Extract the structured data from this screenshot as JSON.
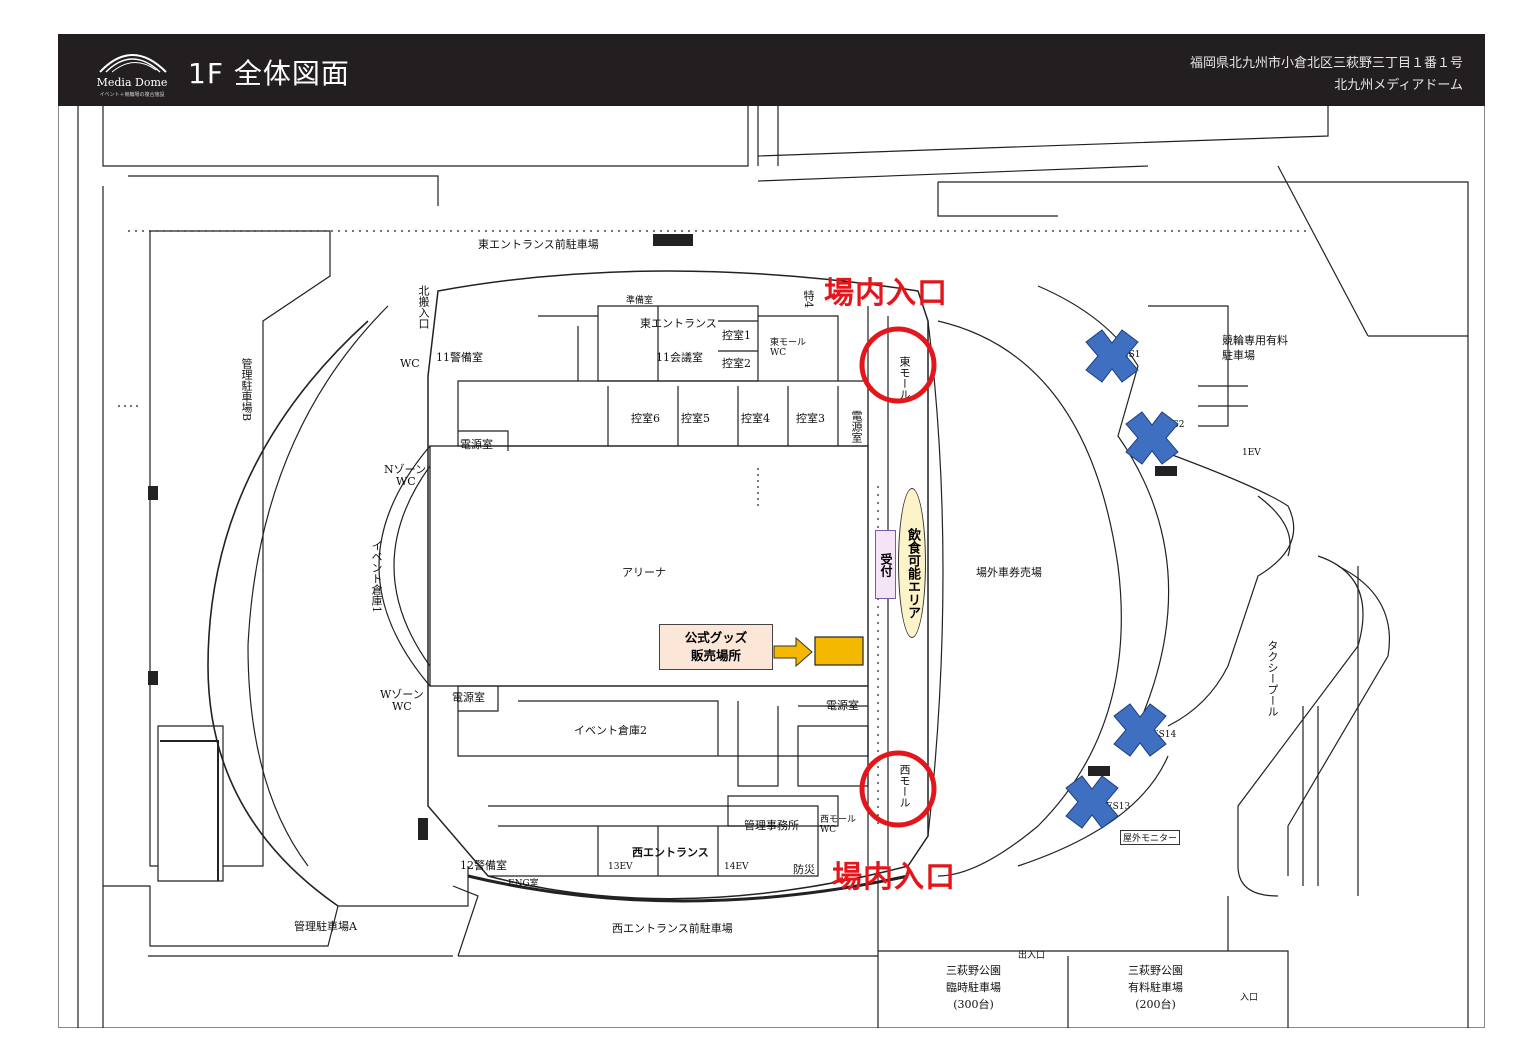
{
  "header": {
    "logo_text": "Media Dome",
    "logo_sub": "イベント＋競輪場の複合施設",
    "floor_title": "1F 全体図面",
    "address": "福岡県北九州市小倉北区三萩野三丁目１番１号",
    "venue": "北九州メディアドーム"
  },
  "highlights": {
    "entrance_north": "場内入口",
    "entrance_south": "場内入口",
    "goods_line1": "公式グッズ",
    "goods_line2": "販売場所",
    "reception": "受付",
    "dining": "飲食可能エリア"
  },
  "labels": {
    "east_parking": "東エントランス前駐車場",
    "west_parking": "西エントランス前駐車場",
    "mgmt_parking_a": "管理駐車場A",
    "mgmt_parking_b": "管理駐車場B",
    "north_entry": "北搬入口",
    "arena": "アリーナ",
    "outer_ticket": "場外車券売場",
    "event_storage1": "イベント倉庫1",
    "event_storage2": "イベント倉庫2",
    "n_zone": "Nゾーン",
    "w_zone": "Wゾーン",
    "wc": "WC",
    "power_room": "電源室",
    "guard11": "11警備室",
    "guard12": "12警備室",
    "east_entrance": "東エントランス",
    "west_entrance": "西エントランス",
    "meeting11": "11会議室",
    "prep_room": "準備室",
    "waiting1": "控室1",
    "waiting2": "控室2",
    "waiting3": "控室3",
    "waiting4": "控室4",
    "waiting5": "控室5",
    "waiting6": "控室6",
    "special4": "特4",
    "east_mall": "東モール",
    "east_mall_wc": "東モールWC",
    "west_mall": "西モール",
    "west_mall_wc": "西モールWC",
    "mgmt_office": "管理事務所",
    "disaster": "防災",
    "eng_room": "ENG室",
    "ev13": "13EV",
    "ev14": "14EV",
    "ev1": "1EV",
    "es1": "ES1",
    "es2": "ES2",
    "es13": "ES13",
    "es14": "ES14",
    "keirin_parking": "競輪専用有料駐車場",
    "taxi_pool": "タクシープール",
    "outdoor_monitor": "屋外モニター",
    "park_temp_name": "三萩野公園",
    "park_temp_type": "臨時駐車場",
    "park_temp_cap": "(300台)",
    "park_paid_name": "三萩野公園",
    "park_paid_type": "有料駐車場",
    "park_paid_cap": "(200台)",
    "gate": "出入口",
    "gate2": "入口"
  },
  "colors": {
    "entrance_red": "#e4161b",
    "closed_blue": "#3f6fc0",
    "goods_orange": "#f5b800",
    "goods_box_bg": "#fbe6d7",
    "reception_bg": "#f4e4f6",
    "dining_bg": "#fdf3c8"
  },
  "icons": {
    "closed_marker": "blue-x-icon",
    "entrance_marker": "red-circle-icon",
    "direction": "orange-arrow-icon"
  }
}
